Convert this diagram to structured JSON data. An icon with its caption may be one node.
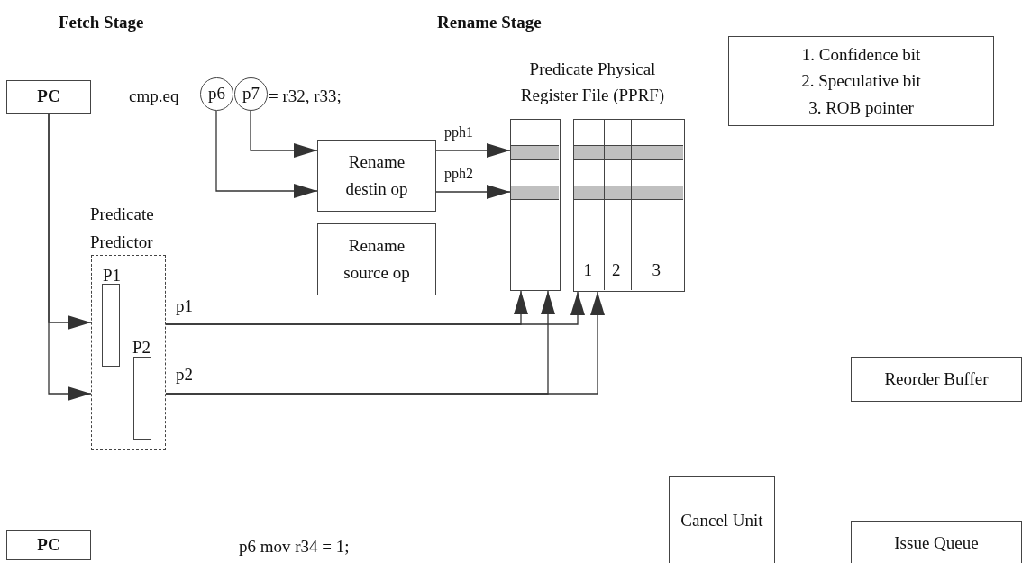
{
  "diagram": {
    "nodes": [
      {
        "text": [
          "PC"
        ]
      },
      {
        "text": [
          "p6"
        ]
      },
      {
        "text": [
          "p7"
        ]
      },
      {
        "text": [
          "Rename destin op"
        ]
      },
      {
        "text": [
          "Rename source op"
        ]
      },
      {
        "text": [
          "Predicate Predictor"
        ]
      },
      {
        "text": [
          "P1"
        ],
        "in": 5
      },
      {
        "text": [
          "P2"
        ],
        "in": 5
      },
      {
        "text": [],
        "shape": "box"
      },
      {
        "text": [
          "1",
          "2",
          "3"
        ]
      },
      {
        "text": [
          "1. Confidence bit",
          "2. Speculative bit",
          "3. ROB pointer"
        ]
      },
      {
        "text": [
          "Reorder Buffer"
        ]
      },
      {
        "text": [
          "PC"
        ]
      },
      {
        "text": [
          "Cancel Unit"
        ]
      },
      {
        "text": [
          "Issue Queue"
        ]
      }
    ],
    "edges": [
      {
        "from": 0,
        "to": 5,
        "arrow": "to"
      },
      {
        "from": 0,
        "to": 5,
        "arrow": "to"
      },
      {
        "from": 2,
        "to": 3,
        "arrow": "to"
      },
      {
        "from": 1,
        "to": 3,
        "arrow": "to"
      },
      {
        "from": 3,
        "to": 8,
        "label": "pph1",
        "arrow": "to"
      },
      {
        "from": 3,
        "to": 8,
        "label": "pph2",
        "arrow": "to"
      },
      {
        "from": 5,
        "to": 8,
        "label": "p1",
        "arrow": "to"
      },
      {
        "from": 5,
        "to": 9,
        "arrow": "to"
      },
      {
        "from": 5,
        "to": 8,
        "label": "p2",
        "arrow": "to"
      },
      {
        "from": 5,
        "to": 9,
        "arrow": "to"
      }
    ],
    "labels": [
      "Fetch Stage",
      "Rename Stage",
      "cmp.eq",
      "= r32, r33;",
      "Predicate Physical Register File (PPRF)",
      "p6 mov r34 = 1;"
    ]
  }
}
